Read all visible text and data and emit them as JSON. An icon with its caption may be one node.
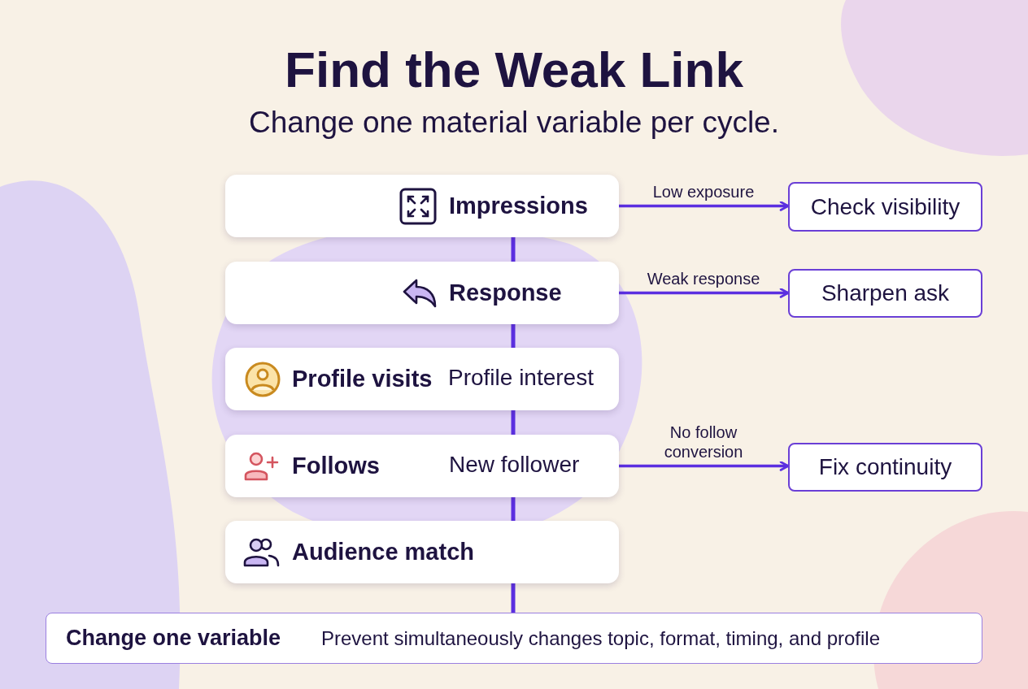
{
  "diagram": {
    "title": "Find the Weak Link",
    "caption": "Change one material variable per cycle.",
    "nodes": [
      {
        "text": [
          "Impressions"
        ]
      },
      {
        "text": [
          "Response"
        ]
      },
      {
        "text": [
          "Profile visits",
          "Profile interest"
        ]
      },
      {
        "text": [
          "Follows",
          "New follower"
        ]
      },
      {
        "text": [
          "Audience match"
        ]
      },
      {
        "text": [
          "Check visibility"
        ]
      },
      {
        "text": [
          "Sharpen ask"
        ]
      },
      {
        "text": [
          "Fix continuity"
        ]
      },
      {
        "text": [
          "Change one variable",
          "Prevent simultaneously changes topic, format, timing, and profile"
        ]
      }
    ],
    "edges": [
      {
        "from": 0,
        "to": 1,
        "arrow": "none"
      },
      {
        "from": 1,
        "to": 2,
        "arrow": "none"
      },
      {
        "from": 2,
        "to": 3,
        "arrow": "none"
      },
      {
        "from": 3,
        "to": 4,
        "arrow": "none"
      },
      {
        "from": 4,
        "to": 8,
        "arrow": "none"
      },
      {
        "from": 0,
        "to": 5,
        "arrow": "to",
        "label": "Low exposure"
      },
      {
        "from": 1,
        "to": 6,
        "arrow": "to",
        "label": "Weak response"
      },
      {
        "from": 3,
        "to": 7,
        "arrow": "to",
        "label": "No follow conversion"
      }
    ]
  }
}
